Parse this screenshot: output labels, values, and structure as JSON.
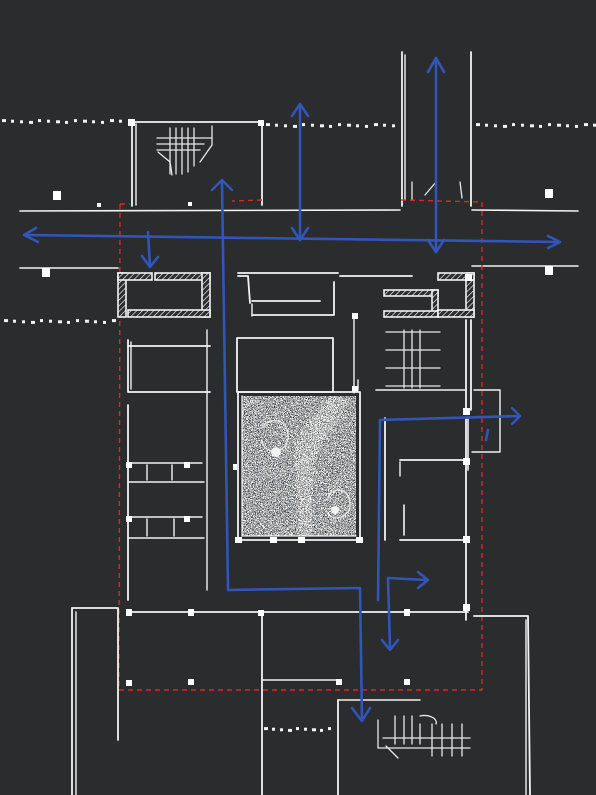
{
  "drawing": {
    "background": "#2b2c2e",
    "line_color": "#f2f2f2",
    "boundary_color": "#e0261f",
    "circulation_color": "#3155b8",
    "courtyard_fill": "#ffffff"
  },
  "legend": {
    "site_boundary": "dashed-red",
    "circulation": "blue-arrows",
    "courtyard": "stippled-garden"
  }
}
